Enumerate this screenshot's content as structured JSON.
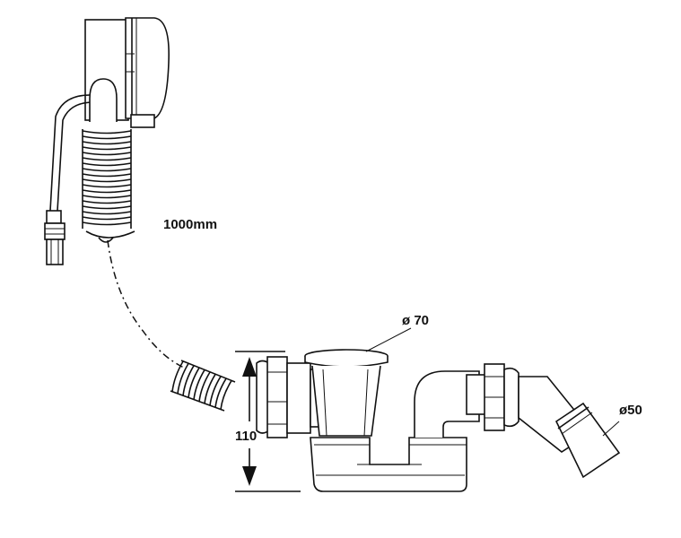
{
  "diagram": {
    "labels": {
      "hose_length": "1000mm",
      "outlet_diameter": "ø 70",
      "waste_diameter": "ø50",
      "height": "110"
    }
  }
}
